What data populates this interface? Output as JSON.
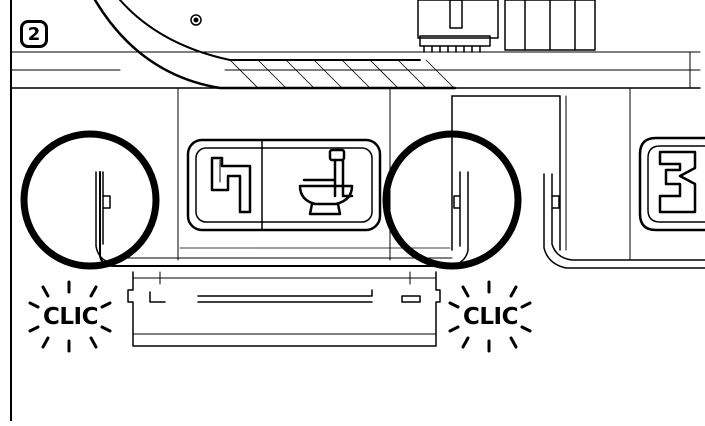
{
  "step_number": "2",
  "clic_left": "CLIC",
  "clic_right": "CLIC",
  "module_left_label": "4",
  "module_right_label": "3",
  "icons": {
    "toilet": "toilet-icon",
    "screw": "screw-icon"
  },
  "colors": {
    "ink": "#000000",
    "background": "#ffffff"
  }
}
